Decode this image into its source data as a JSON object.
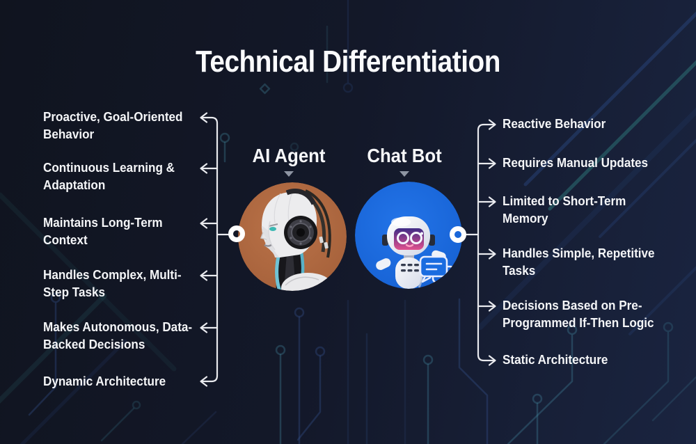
{
  "title": "Technical Differentiation",
  "left_column": {
    "heading": "AI Agent",
    "image": "humanoid-robot-head-profile",
    "items": [
      "Proactive, Goal-Oriented Behavior",
      "Continuous Learning & Adaptation",
      "Maintains Long-Term Context",
      "Handles Complex, Multi-Step Tasks",
      "Makes Autonomous, Data-Backed Decisions",
      "Dynamic Architecture"
    ]
  },
  "right_column": {
    "heading": "Chat Bot",
    "image": "cute-chatbot-with-speech-bubbles",
    "items": [
      "Reactive Behavior",
      "Requires Manual Updates",
      "Limited to Short-Term Memory",
      "Handles Simple, Repetitive Tasks",
      "Decisions Based on Pre-Programmed If-Then Logic",
      "Static Architecture"
    ]
  },
  "colors": {
    "background": "#131829",
    "text": "#F4F5F7",
    "connector_line": "#E9EAEE",
    "ai_agent_circle": "#B06A42",
    "chat_bot_circle": "#186BE2",
    "circuit_teal": "#4896AC",
    "circuit_blue": "#3A5C9E",
    "caret": "#8E95A3"
  }
}
